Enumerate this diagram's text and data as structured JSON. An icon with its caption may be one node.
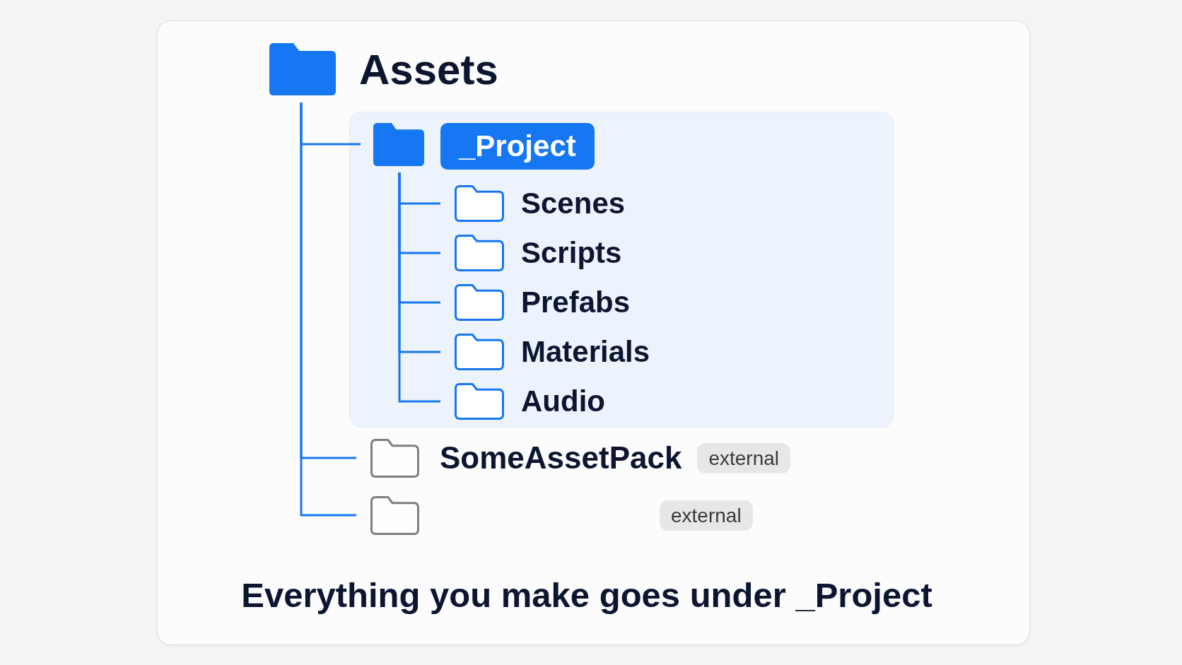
{
  "diagram": {
    "nodes": [
      {
        "text": [
          "Assets"
        ]
      },
      {
        "text": [],
        "shape": "box"
      },
      {
        "text": [
          "_Project"
        ],
        "in": 1
      },
      {
        "text": [
          "Scenes"
        ],
        "in": 1
      },
      {
        "text": [
          "Scripts"
        ],
        "in": 1
      },
      {
        "text": [
          "Prefabs"
        ],
        "in": 1
      },
      {
        "text": [
          "Materials"
        ],
        "in": 1
      },
      {
        "text": [
          "Audio"
        ],
        "in": 1
      },
      {
        "text": [
          "SomeAssetPack",
          "external"
        ]
      },
      {
        "text": [
          "external"
        ]
      }
    ],
    "edges": [
      {
        "from": 0,
        "to": 2,
        "arrow": "none"
      },
      {
        "from": 2,
        "to": 3,
        "arrow": "none"
      },
      {
        "from": 2,
        "to": 4,
        "arrow": "none"
      },
      {
        "from": 2,
        "to": 5,
        "arrow": "none"
      },
      {
        "from": 2,
        "to": 6,
        "arrow": "none"
      },
      {
        "from": 2,
        "to": 7,
        "arrow": "none"
      },
      {
        "from": 0,
        "to": 8,
        "arrow": "none"
      },
      {
        "from": 0,
        "to": 9,
        "arrow": "none"
      }
    ],
    "caption": "Everything you make goes under _Project"
  }
}
